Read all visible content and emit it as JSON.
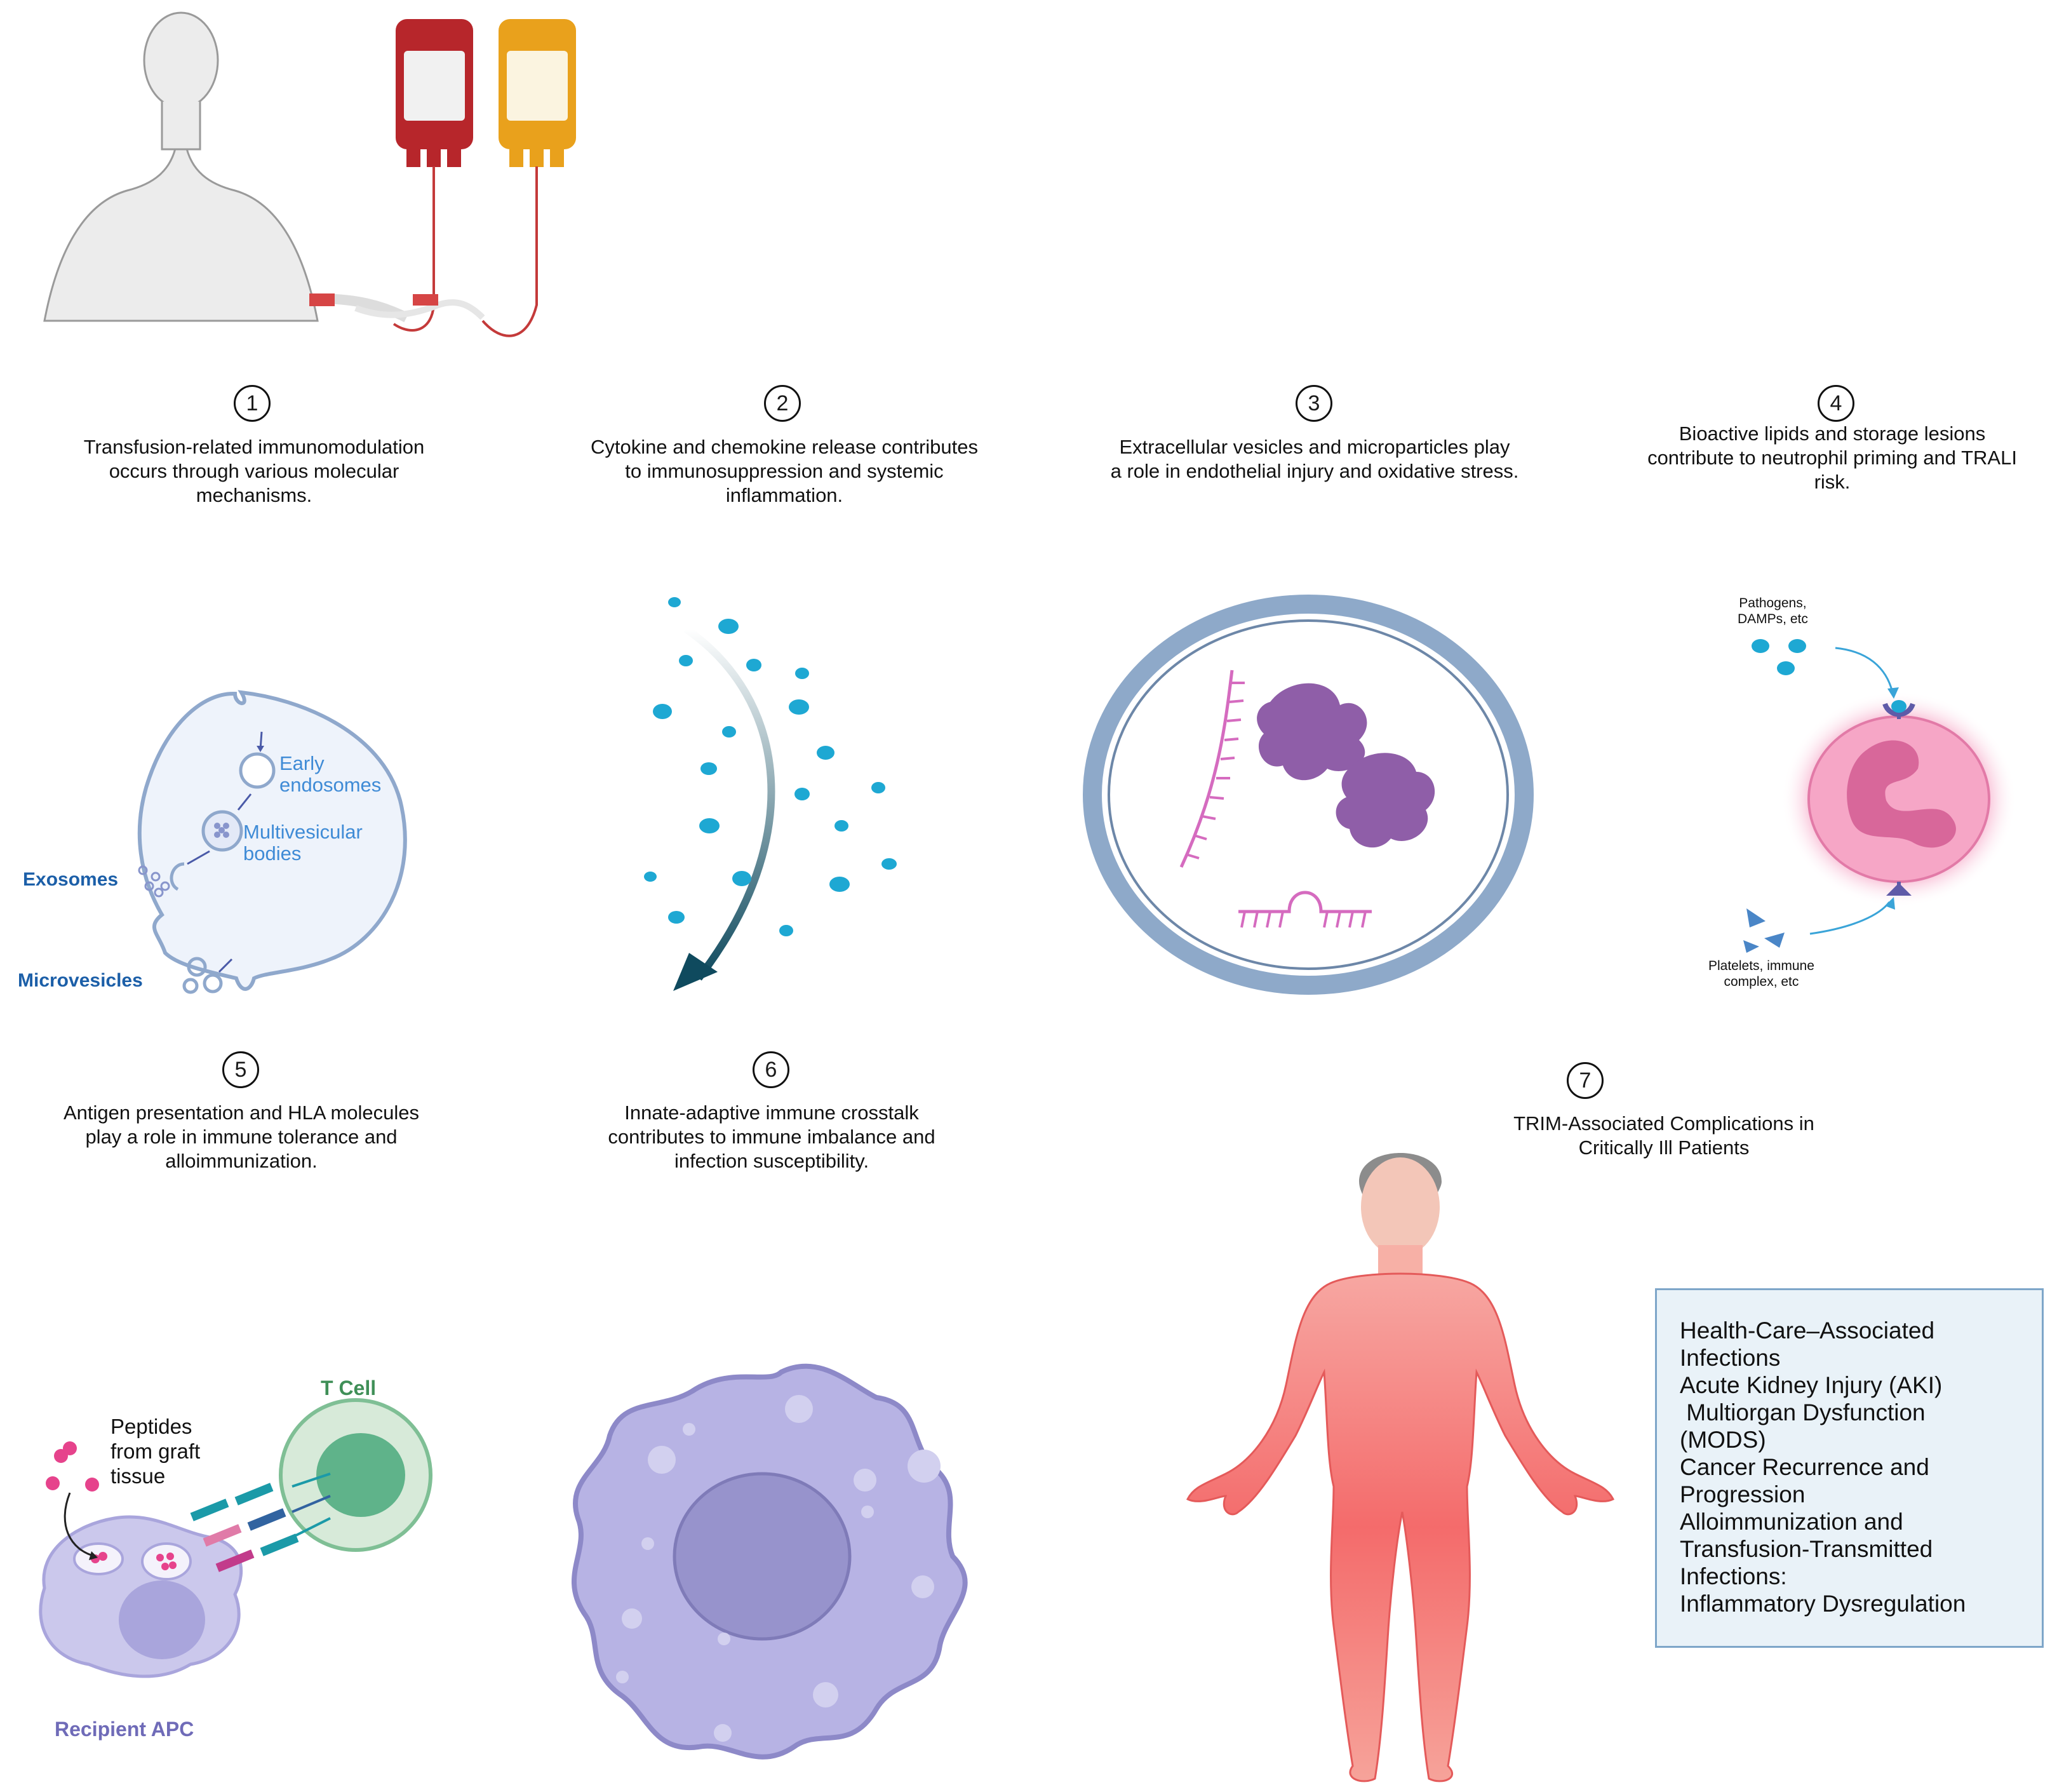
{
  "colors": {
    "step_circle": "#111111",
    "cell_outline": "#8fa8cc",
    "cell_fill": "#eef3fb",
    "blue_label": "#1c5fa8",
    "endosome_label": "#3f8bd6",
    "cytokine": "#1ea8d3",
    "curve_arrow": "#0f4a5e",
    "vesicle_ring": "#8ea9c9",
    "protein": "#8f5ea8",
    "rna": "#d56bbf",
    "neutrophil": "#f6a6c6",
    "macrophage": "#a9a5dc",
    "body": "#f46b6b",
    "tcell": "#7fbf95",
    "list_box_fill": "#e9f2f8",
    "list_box_border": "#7ea6c9"
  },
  "steps": [
    {
      "num": "1",
      "text_lines": [
        "Transfusion-related immunomodulation",
        "occurs through various molecular",
        "mechanisms."
      ]
    },
    {
      "num": "2",
      "text_lines": [
        "Cytokine and chemokine release contributes",
        "to immunosuppression and systemic",
        "inflammation."
      ]
    },
    {
      "num": "3",
      "text_lines": [
        "Extracellular vesicles and microparticles play",
        "a role in endothelial injury and oxidative stress."
      ]
    },
    {
      "num": "4",
      "text_lines": [
        "Bioactive lipids and storage lesions",
        "contribute to neutrophil priming and TRALI",
        "risk."
      ]
    },
    {
      "num": "5",
      "text_lines": [
        "Antigen presentation and HLA molecules",
        "play a role in immune tolerance and",
        "alloimmunization."
      ]
    },
    {
      "num": "6",
      "text_lines": [
        "Innate-adaptive immune crosstalk",
        "contributes to immune imbalance and",
        "infection susceptibility."
      ]
    },
    {
      "num": "7",
      "text_lines": [
        "TRIM-Associated Complications in",
        "Critically Ill Patients"
      ]
    }
  ],
  "panel1": {
    "early_endosomes": [
      "Early",
      "endosomes"
    ],
    "multivesicular_bodies": [
      "Multivesicular",
      "bodies"
    ],
    "exosomes": "Exosomes",
    "microvesicles": "Microvesicles"
  },
  "panel4": {
    "pathogens": [
      "Pathogens,",
      "DAMPs, etc"
    ],
    "platelets": [
      "Platelets, immune",
      "complex, etc"
    ]
  },
  "panel5": {
    "t_cell": "T Cell",
    "peptides": [
      "Peptides",
      "from graft",
      "tissue"
    ],
    "recipient_apc": "Recipient APC"
  },
  "complications": [
    "Health-Care–Associated",
    "Infections",
    "Acute Kidney Injury (AKI)",
    " Multiorgan Dysfunction",
    "(MODS)",
    "Cancer Recurrence and",
    "Progression",
    "Alloimmunization and",
    "Transfusion-Transmitted",
    "Infections:",
    "Inflammatory Dysregulation"
  ]
}
